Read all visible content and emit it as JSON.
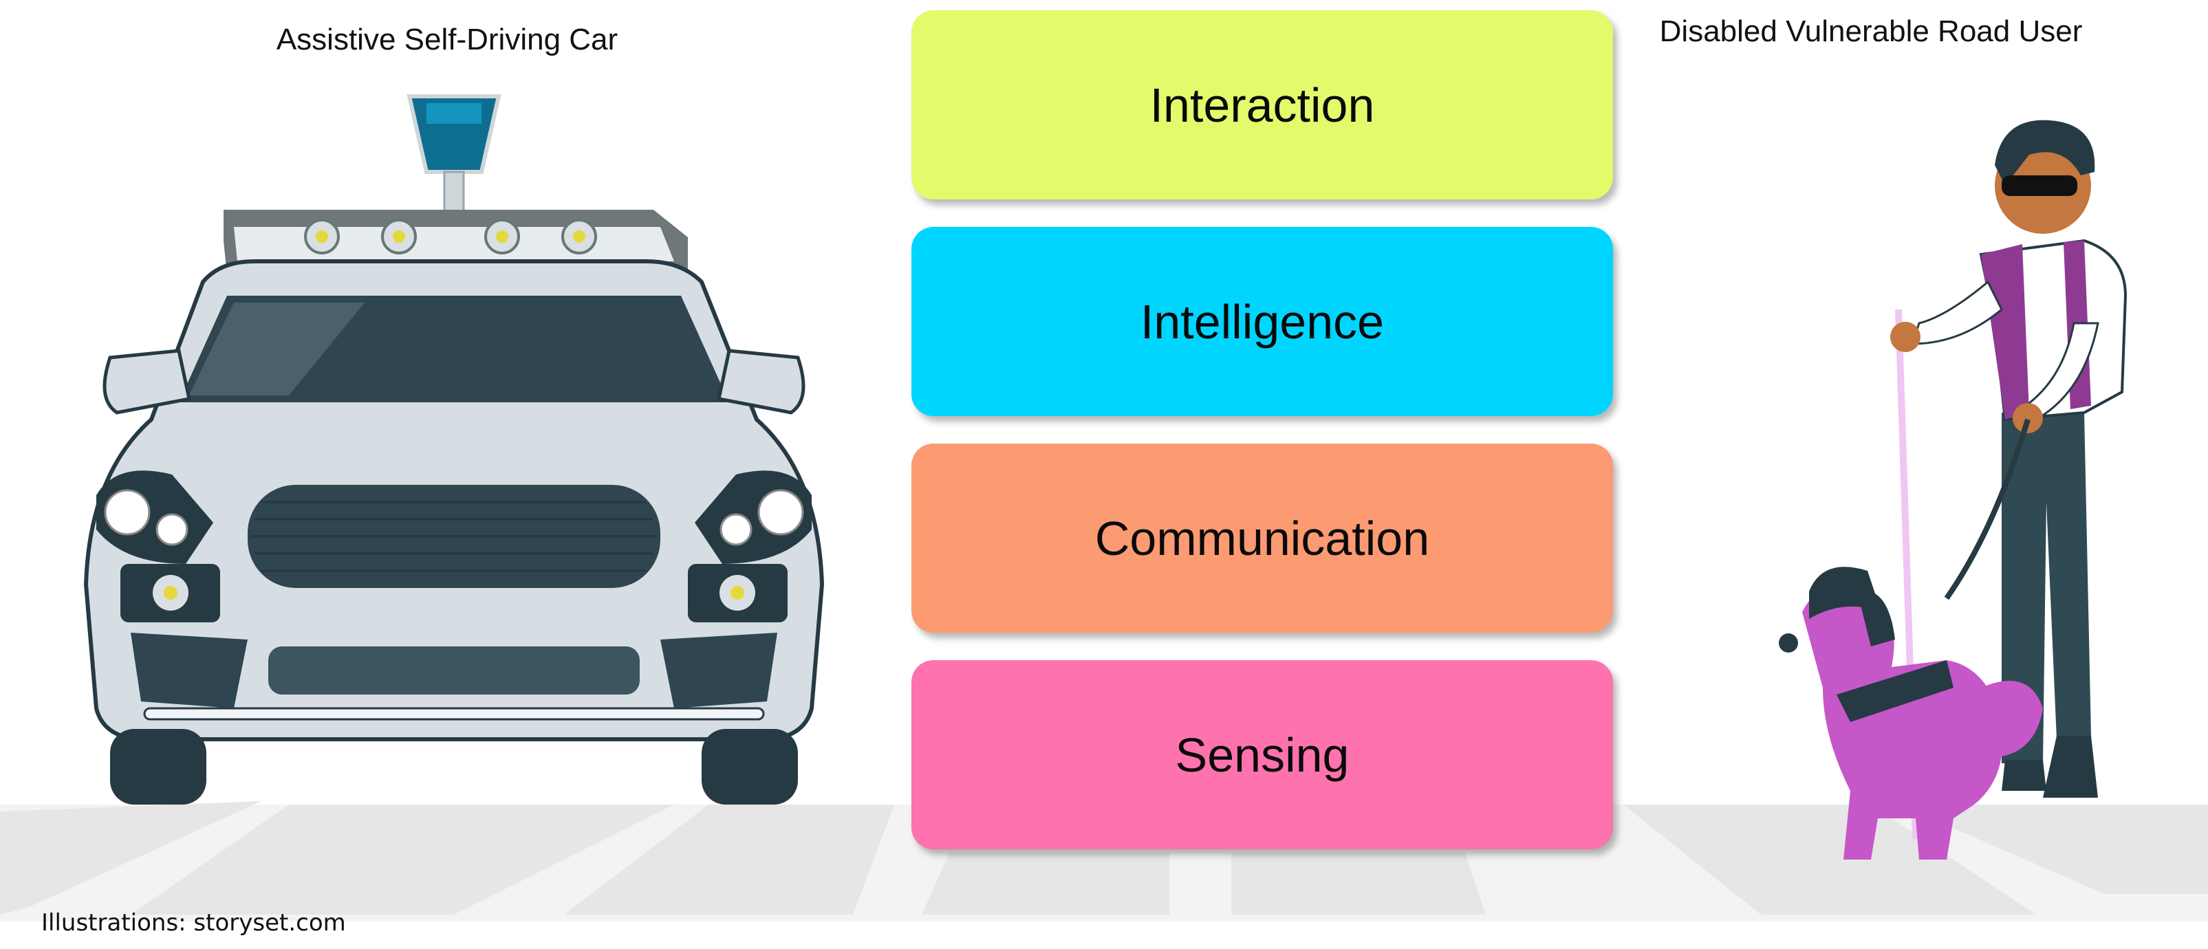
{
  "titles": {
    "left": "Assistive Self-Driving Car",
    "right": "Disabled Vulnerable Road User"
  },
  "layers": [
    {
      "label": "Interaction",
      "color": "#e3fa6a"
    },
    {
      "label": "Intelligence",
      "color": "#00d5ff"
    },
    {
      "label": "Communication",
      "color": "#fc9a72"
    },
    {
      "label": "Sensing",
      "color": "#fe72ad"
    }
  ],
  "credit": "Illustrations: storyset.com",
  "illustrations": {
    "car": "self-driving-car-illustration",
    "user": "blind-pedestrian-with-guide-dog-illustration"
  },
  "colors": {
    "car_body": "#d6dee4",
    "car_dark": "#263a44",
    "sensor_blue": "#0b7ea8",
    "vest_purple": "#8e3a93",
    "dog_purple": "#c657c9",
    "road_stripe": "#e9e9e9"
  }
}
